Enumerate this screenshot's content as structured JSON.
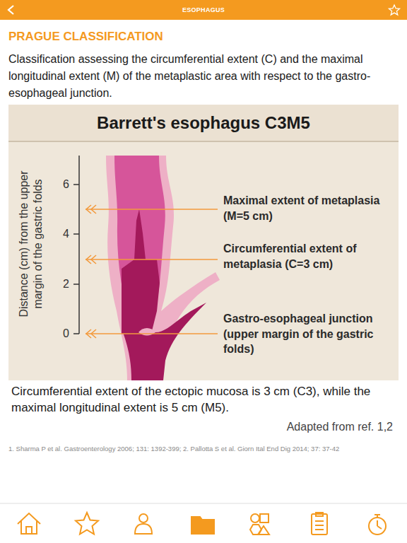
{
  "diagram": {
    "title": "PRAGUE CLASSIFICATION",
    "caption": "Circumferential extent of the ectopic mucosa is 3 cm (C3), while the maximal longitudinal extent is 5 cm (M5).",
    "nodes": [
      {
        "text": [
          "ESOPHAGUS"
        ]
      },
      {
        "text": [
          "Barrett's esophagus C3M5"
        ]
      }
    ],
    "labels": [
      "Classification assessing the circumferential extent (C) and the maximal longitudinal extent (M) of the metaplastic area with respect to the gastro-esophageal junction.",
      "Distance (cm) from the upper margin of the gastric folds",
      "6",
      "4",
      "2",
      "0",
      "Maximal extent of metaplasia (M=5 cm)",
      "Circumferential extent of metaplasia (C=3 cm)",
      "Gastro-esophageal junction (upper margin of the gastric folds)",
      "Adapted from ref. 1,2",
      "1. Sharma P et al. Gastroenterology 2006; 131: 1392-399; 2. Pallotta S et al. Giorn Ital End Dig 2014; 37: 37-42"
    ]
  }
}
